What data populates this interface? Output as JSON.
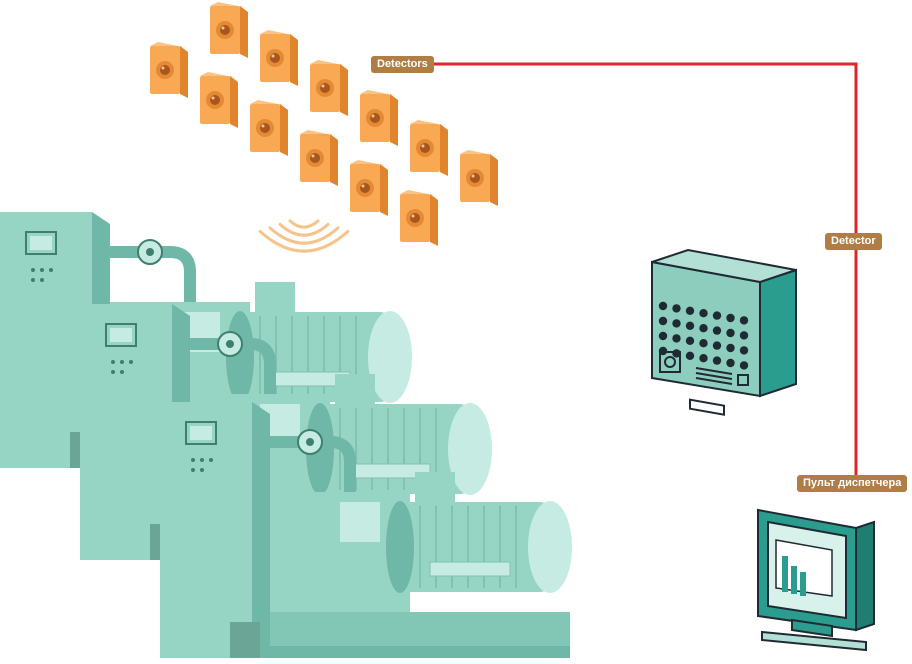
{
  "labels": {
    "detectors": "Detectors",
    "detector": "Detector",
    "dispatcher_console": "Пульт диспетчера"
  },
  "colors": {
    "machine": "#96d4c4",
    "machine_dark": "#6fb7a7",
    "machine_light": "#c6ebe2",
    "sensor_face": "#f9a953",
    "sensor_side": "#e0852d",
    "signal_wave": "#f6c48b",
    "wire": "#e0262c",
    "label_bg": "#b07d44",
    "panel": "#8ccdbe",
    "panel_side": "#2a9d8f",
    "panel_outline": "#1f2a33",
    "monitor": "#2a9d8f",
    "screen": "#d8f1ea"
  },
  "icons": {
    "sensor": "detector-sensor-icon",
    "waves": "signal-waves-icon",
    "panel": "control-panel-icon",
    "monitor": "computer-monitor-icon",
    "machines": "compressor-unit-icon"
  }
}
